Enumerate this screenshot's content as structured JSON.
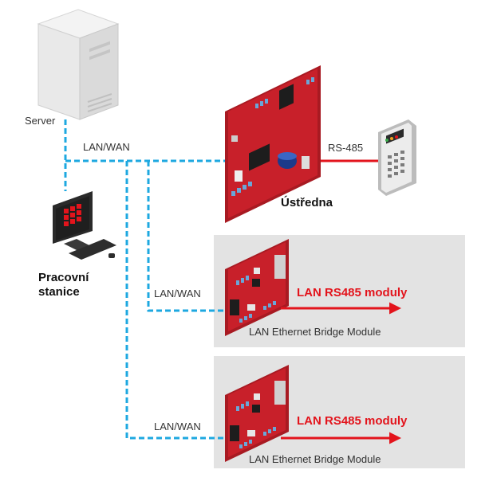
{
  "labels": {
    "server": "Server",
    "lan_wan_top": "LAN/WAN",
    "rs485": "RS-485",
    "ustredna": "Ústředna",
    "workstation_line1": "Pracovní",
    "workstation_line2": "stanice",
    "lan_wan_mid": "LAN/WAN",
    "lan_wan_bottom": "LAN/WAN",
    "bridge1_caption": "LAN RS485 moduly",
    "bridge1_name": "LAN Ethernet Bridge Module",
    "bridge2_caption": "LAN RS485 moduly",
    "bridge2_name": "LAN Ethernet Bridge Module"
  },
  "colors": {
    "network_line": "#1ea8e0",
    "rs485_line": "#e3141c",
    "pcb": "#c8202a",
    "panel": "#e3e3e3",
    "accent_text": "#e3141c"
  },
  "icons": {
    "server": "server-tower-icon",
    "workstation": "workstation-pc-icon",
    "control_unit": "control-unit-board-icon",
    "keypad": "keypad-terminal-icon",
    "bridge_module": "bridge-module-board-icon"
  }
}
